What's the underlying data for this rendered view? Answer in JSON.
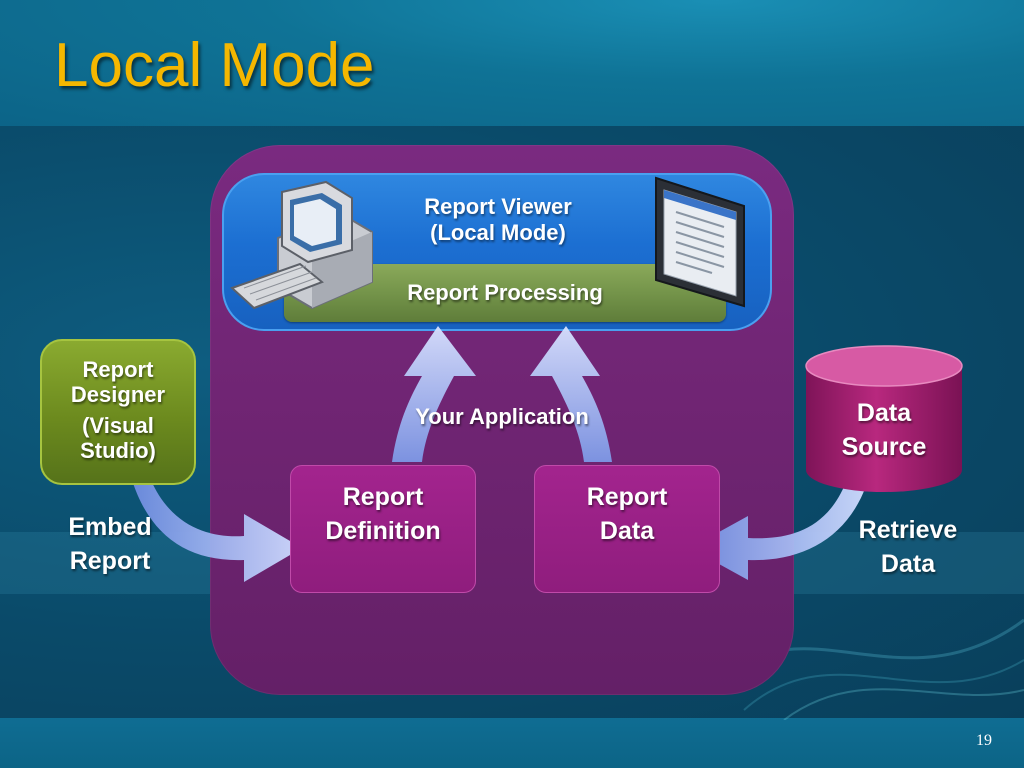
{
  "slide": {
    "title": "Local Mode",
    "page_number": "19"
  },
  "application": {
    "label": "Your Application",
    "color": "#7a2a80"
  },
  "viewer": {
    "label": "Report Viewer (Local Mode)",
    "processing_label": "Report Processing",
    "panel_color": "#1f72d6",
    "processing_color": "#7a9a4c"
  },
  "designer": {
    "label_line1": "Report Designer",
    "label_line2": "(Visual Studio)",
    "color": "#6c8a1e"
  },
  "definition": {
    "label": "Report Definition"
  },
  "report_data": {
    "label": "Report Data"
  },
  "data_source": {
    "label": "Data Source",
    "color": "#a0206e"
  },
  "flows": {
    "embed_label": "Embed Report",
    "retrieve_label": "Retrieve Data"
  },
  "icons": {
    "computer": "desktop-computer-icon",
    "monitor": "report-window-icon"
  },
  "colors": {
    "title": "#f5b700",
    "arrow": "#9bb4f2",
    "box": "#961f82"
  }
}
